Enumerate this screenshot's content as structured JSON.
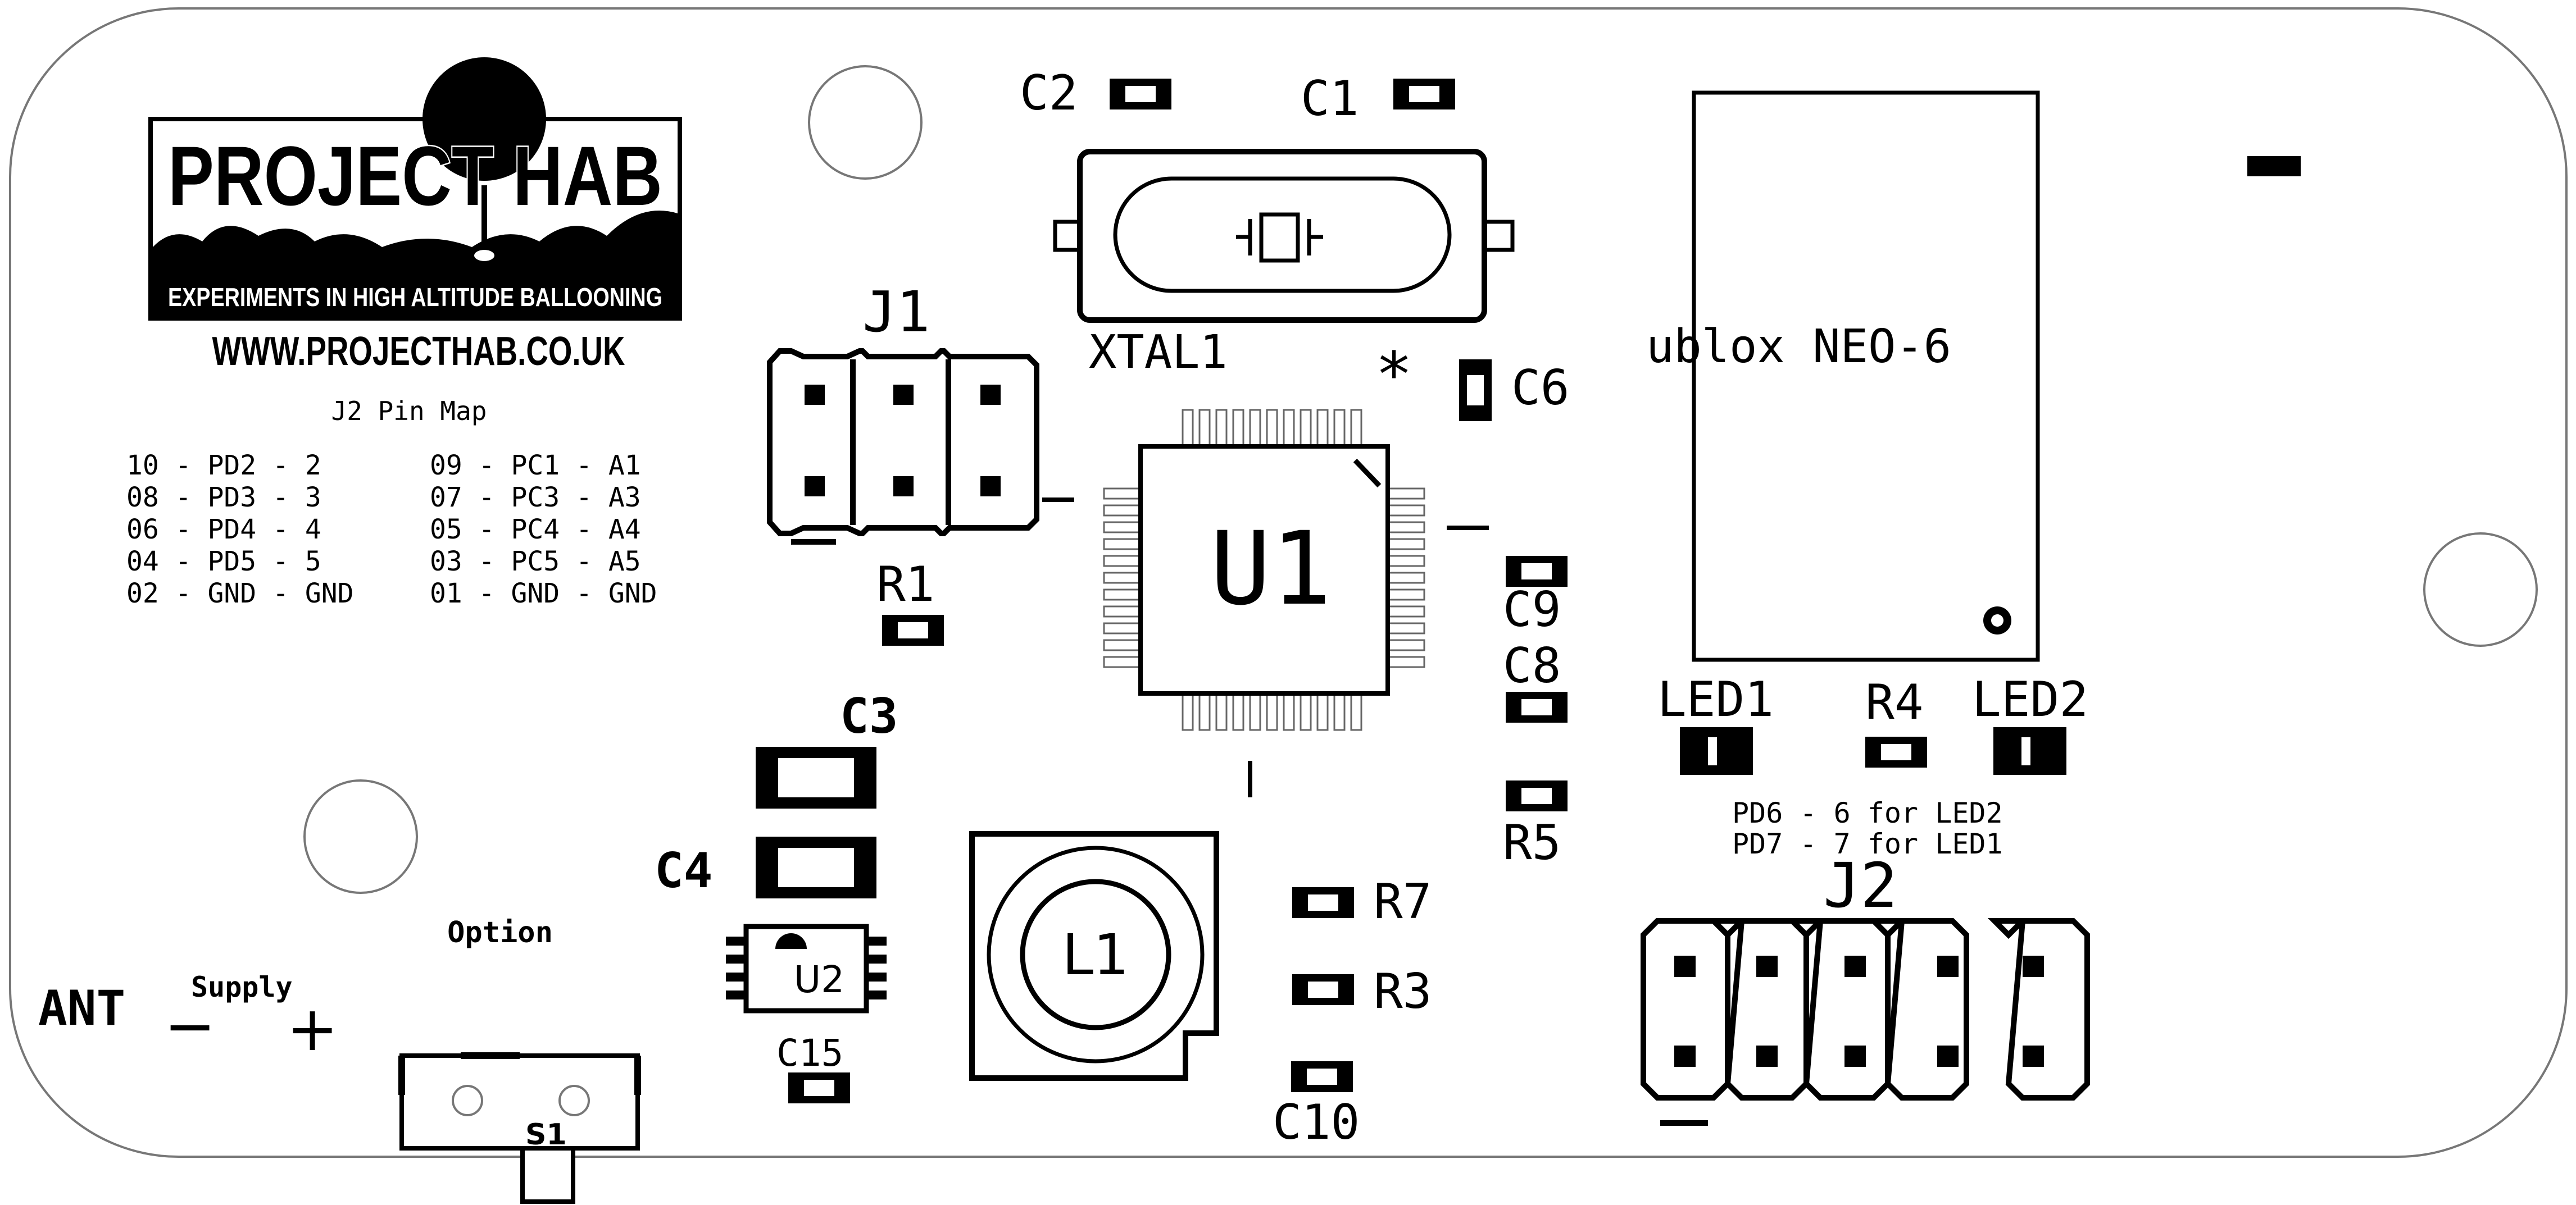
{
  "logo": {
    "title": "PROJECT HAB",
    "tagline": "EXPERIMENTS IN HIGH ALTITUDE BALLOONING",
    "url": "WWW.PROJECTHAB.CO.UK"
  },
  "pin_map": {
    "title": "J2 Pin Map",
    "left": [
      "10 - PD2 - 2",
      "08 - PD3 - 3",
      "06 - PD4 - 4",
      "04 - PD5 - 5",
      "02 - GND - GND"
    ],
    "right": [
      "09 - PC1 - A1",
      "07 - PC3 - A3",
      "05 - PC4 - A4",
      "03 - PC5 - A5",
      "01 - GND - GND"
    ]
  },
  "labels": {
    "c1": "C1",
    "c2": "C2",
    "c3": "C3",
    "c4": "C4",
    "c6": "C6",
    "c8": "C8",
    "c9": "C9",
    "c10": "C10",
    "c15": "C15",
    "r1": "R1",
    "r3": "R3",
    "r4": "R4",
    "r5": "R5",
    "r7": "R7",
    "j1": "J1",
    "j2": "J2",
    "xtal1": "XTAL1",
    "u1": "U1",
    "u2": "U2",
    "l1": "L1",
    "s1": "S1",
    "led1": "LED1",
    "led2": "LED2",
    "gps": "ublox NEO-6",
    "ant": "ANT",
    "supply": "Supply",
    "minus": "−",
    "plus": "+",
    "option": "Option",
    "asterisk": "*"
  },
  "led_notes": [
    "PD6 - 6 for LED2",
    "PD7 - 7 for LED1"
  ]
}
